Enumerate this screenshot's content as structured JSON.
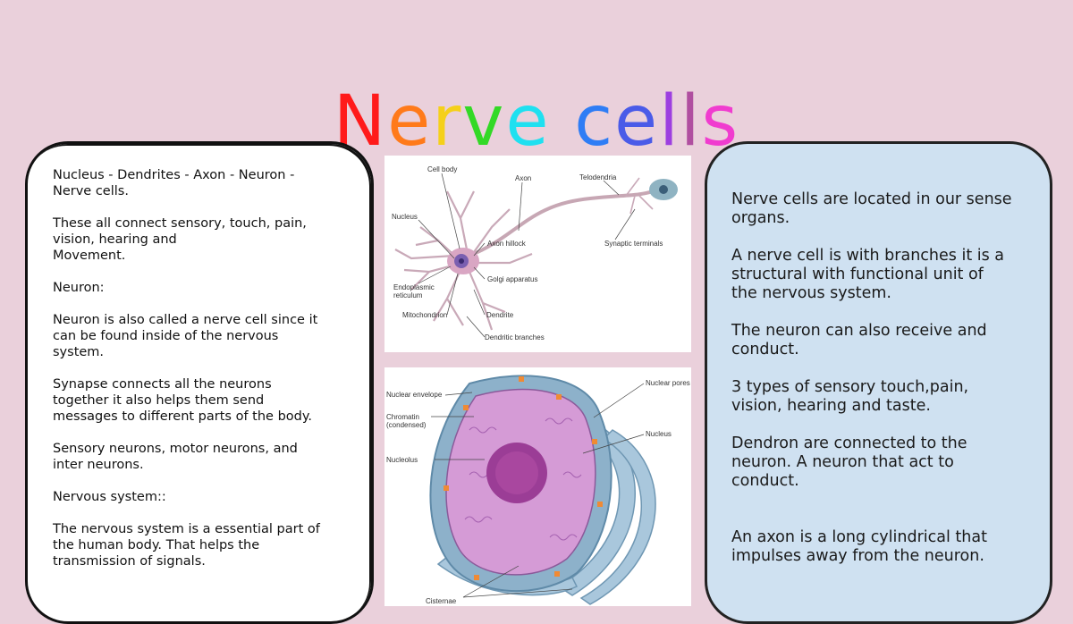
{
  "title": {
    "text": "Nerve cells",
    "letters": [
      {
        "ch": "N",
        "color": "#ff1a1a"
      },
      {
        "ch": "e",
        "color": "#ff7a1a"
      },
      {
        "ch": "r",
        "color": "#f5d01a"
      },
      {
        "ch": "v",
        "color": "#33d926"
      },
      {
        "ch": "e",
        "color": "#1fe0f0"
      },
      {
        "ch": " ",
        "color": "#000000"
      },
      {
        "ch": "c",
        "color": "#2f7df5"
      },
      {
        "ch": "e",
        "color": "#4a5be8"
      },
      {
        "ch": "l",
        "color": "#9d3fe0"
      },
      {
        "ch": "l",
        "color": "#b04fa0"
      },
      {
        "ch": "s",
        "color": "#f03ccf"
      }
    ]
  },
  "left_panel": {
    "paragraphs": [
      "Nucleus - Dendrites - Axon - Neuron -\nNerve cells.",
      "These all connect sensory, touch, pain,\nvision, hearing and\nMovement.",
      "Neuron:",
      "Neuron is also called a nerve cell since it\ncan be found inside of the nervous\nsystem.",
      "Synapse connects all the neurons\ntogether it also helps them send\nmessages to different parts of the body.",
      "Sensory neurons, motor neurons, and\ninter neurons.",
      "Nervous system::",
      "The nervous system is a essential part of\nthe human body. That helps the\ntransmission of signals."
    ]
  },
  "right_panel": {
    "paragraphs": [
      "Nerve cells are located in our sense\norgans.",
      "A nerve cell is with branches it is a\nstructural  with functional unit of\nthe nervous system.",
      "The neuron can also receive and\nconduct.",
      "3 types of sensory touch,pain,\nvision, hearing and taste.",
      "Dendron are connected to the\nneuron. A neuron that act to\nconduct.",
      "An axon is a long cylindrical that\nimpulses away from the neuron."
    ]
  },
  "neuron_diagram": {
    "labels": {
      "cell_body": "Cell body",
      "axon": "Axon",
      "telodendria": "Telodendria",
      "nucleus": "Nucleus",
      "axon_hillock": "Axon hillock",
      "synaptic_terminals": "Synaptic terminals",
      "golgi": "Golgi apparatus",
      "er_line1": "Endoplasmic",
      "er_line2": "reticulum",
      "mitochondrion": "Mitochondrion",
      "dendrite": "Dendrite",
      "dendritic_branches": "Dendritic branches"
    }
  },
  "nucleus_diagram": {
    "labels": {
      "nuclear_envelope": "Nuclear envelope",
      "nuclear_pores": "Nuclear pores",
      "chromatin_line1": "Chromatin",
      "chromatin_line2": "(condensed)",
      "nucleus": "Nucleus",
      "nucleolus": "Nucleolus",
      "cisternae": "Cisternae"
    }
  }
}
